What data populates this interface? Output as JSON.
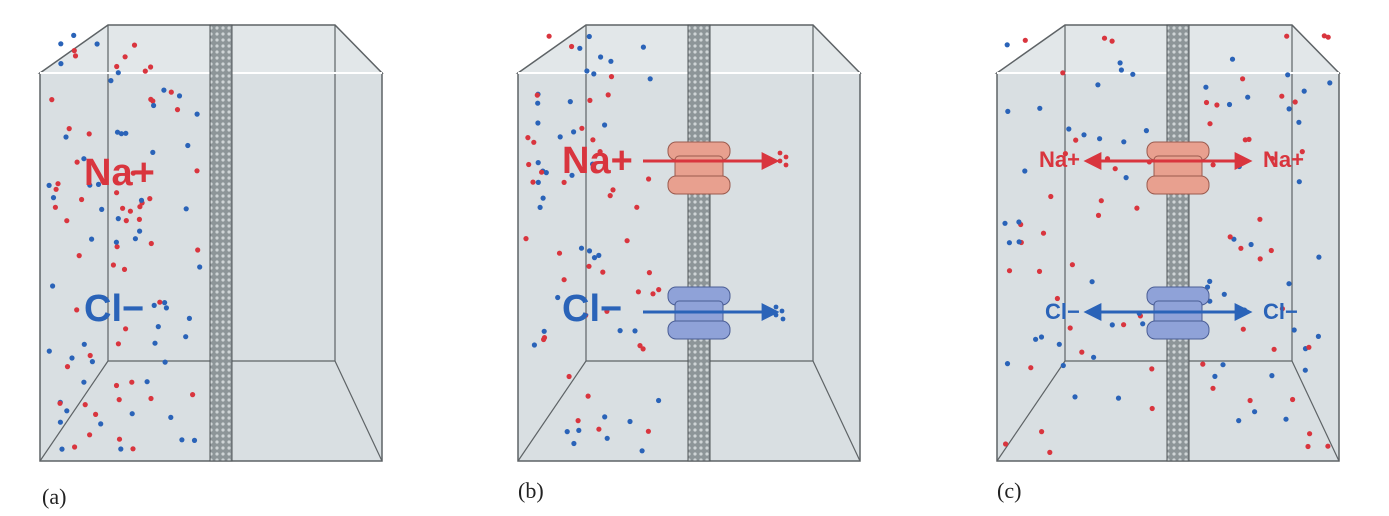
{
  "colors": {
    "background": "#ffffff",
    "tank_fill": "#d9dfe2",
    "tank_edge": "#5e6366",
    "membrane_fill": "#8d9598",
    "sodium": "#d9353e",
    "chloride": "#2a63b8",
    "sodium_channel": "#e8a08f",
    "chloride_channel": "#8fa2d8",
    "label_text": "#222222"
  },
  "panels": [
    {
      "id": "a",
      "label": "(a)",
      "channels": false,
      "equilibrium": false,
      "sodium_label": "Na+",
      "chloride_label": "Cl−"
    },
    {
      "id": "b",
      "label": "(b)",
      "channels": true,
      "equilibrium": false,
      "sodium_label": "Na+",
      "chloride_label": "Cl−"
    },
    {
      "id": "c",
      "label": "(c)",
      "channels": true,
      "equilibrium": true,
      "sodium_left_label": "Na+",
      "sodium_right_label": "Na+",
      "chloride_left_label": "Cl−",
      "chloride_right_label": "Cl−"
    }
  ]
}
